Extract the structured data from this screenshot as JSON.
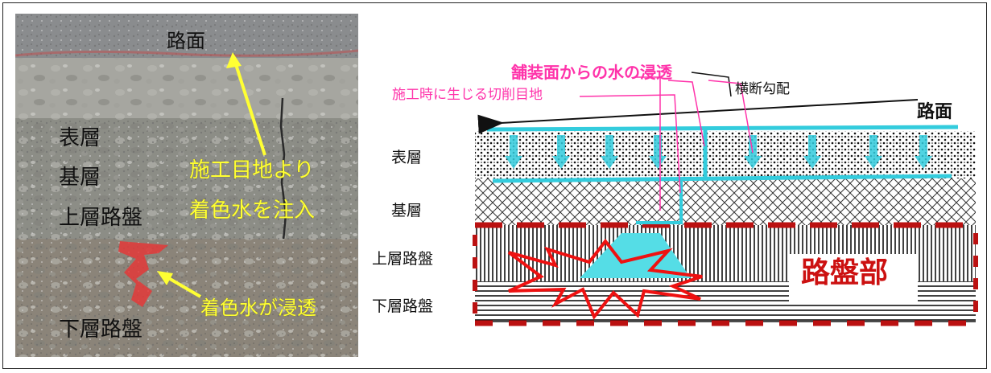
{
  "photo": {
    "surface_label": "路面",
    "layers": [
      "表層",
      "基層",
      "上層路盤",
      "下層路盤"
    ],
    "injection_line1": "施工目地より",
    "injection_line2": "着色水を注入",
    "seepage_label": "着色水が浸透"
  },
  "diagram": {
    "infiltration_label": "舗装面からの水の浸透",
    "joint_label": "施工時に生じる切削目地",
    "slope_label": "横断勾配",
    "surface_label": "路面",
    "layers": [
      "表層",
      "基層",
      "上層路盤",
      "下層路盤"
    ],
    "base_section_label": "路盤部"
  },
  "colors": {
    "water": "#33ccdd",
    "damage": "#ee1111",
    "label_pink": "#ff33aa",
    "base_dash": "#bb1111",
    "annotation_yellow": "#ffff33"
  }
}
